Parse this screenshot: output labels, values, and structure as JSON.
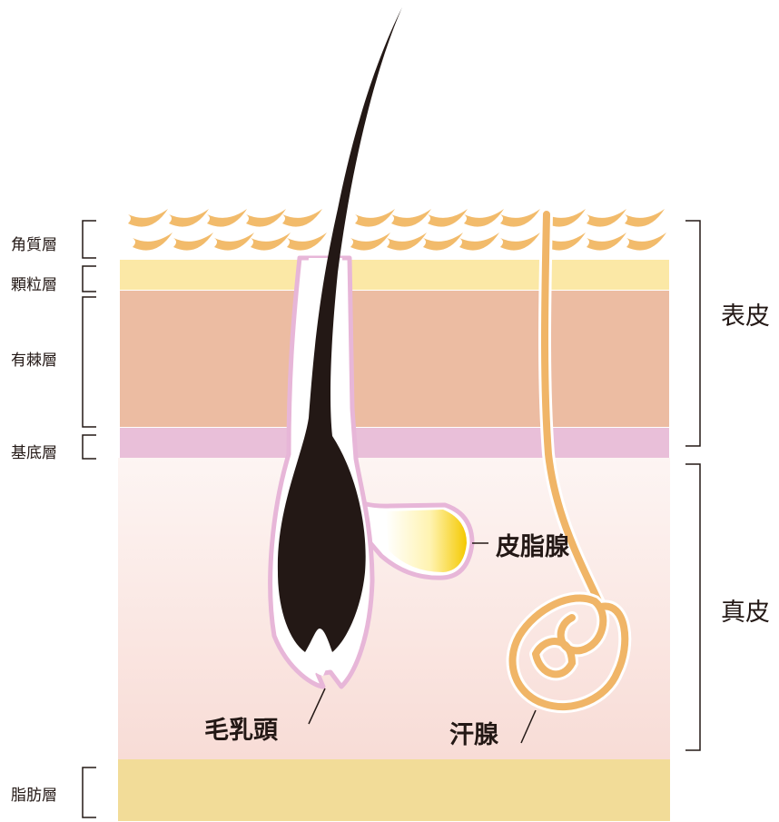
{
  "layers": {
    "stratum_corneum": "角質層",
    "stratum_granulosum": "顆粒層",
    "stratum_spinosum": "有棘層",
    "stratum_basale": "基底層",
    "subcutaneous_fat": "脂肪層"
  },
  "regions": {
    "epidermis": "表皮",
    "dermis": "真皮"
  },
  "structures": {
    "sebaceous_gland": "皮脂腺",
    "dermal_papilla": "毛乳頭",
    "sweat_gland": "汗腺"
  },
  "colors": {
    "corneum_scales": "#f2bb6b",
    "granulosum": "#fbe8a6",
    "spinosum": "#ecbca2",
    "basale": "#e9bfd9",
    "dermis_top": "#fdf3f1",
    "dermis_bottom": "#f8dcd6",
    "fat": "#f2dc98",
    "hair": "#231815",
    "follicle_outline": "#e7b6d8",
    "sweat_duct": "#f0b567",
    "sebum_yellow": "#f4cf00",
    "line": "#231815"
  }
}
